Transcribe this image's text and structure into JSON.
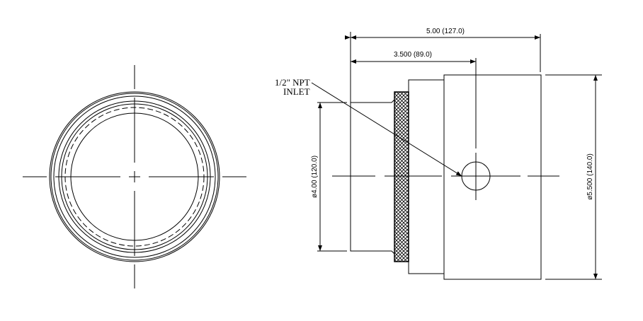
{
  "dimensions": {
    "overall_length": "5.00  (127.0)",
    "inlet_position": "3.500  (89.0)",
    "small_diameter": "ø4.00  (120.0)",
    "large_diameter": "ø5.500  (140.0)"
  },
  "note": {
    "line1": "1/2\" NPT",
    "line2": "INLET"
  },
  "colors": {
    "line": "#000000",
    "background": "#ffffff"
  }
}
